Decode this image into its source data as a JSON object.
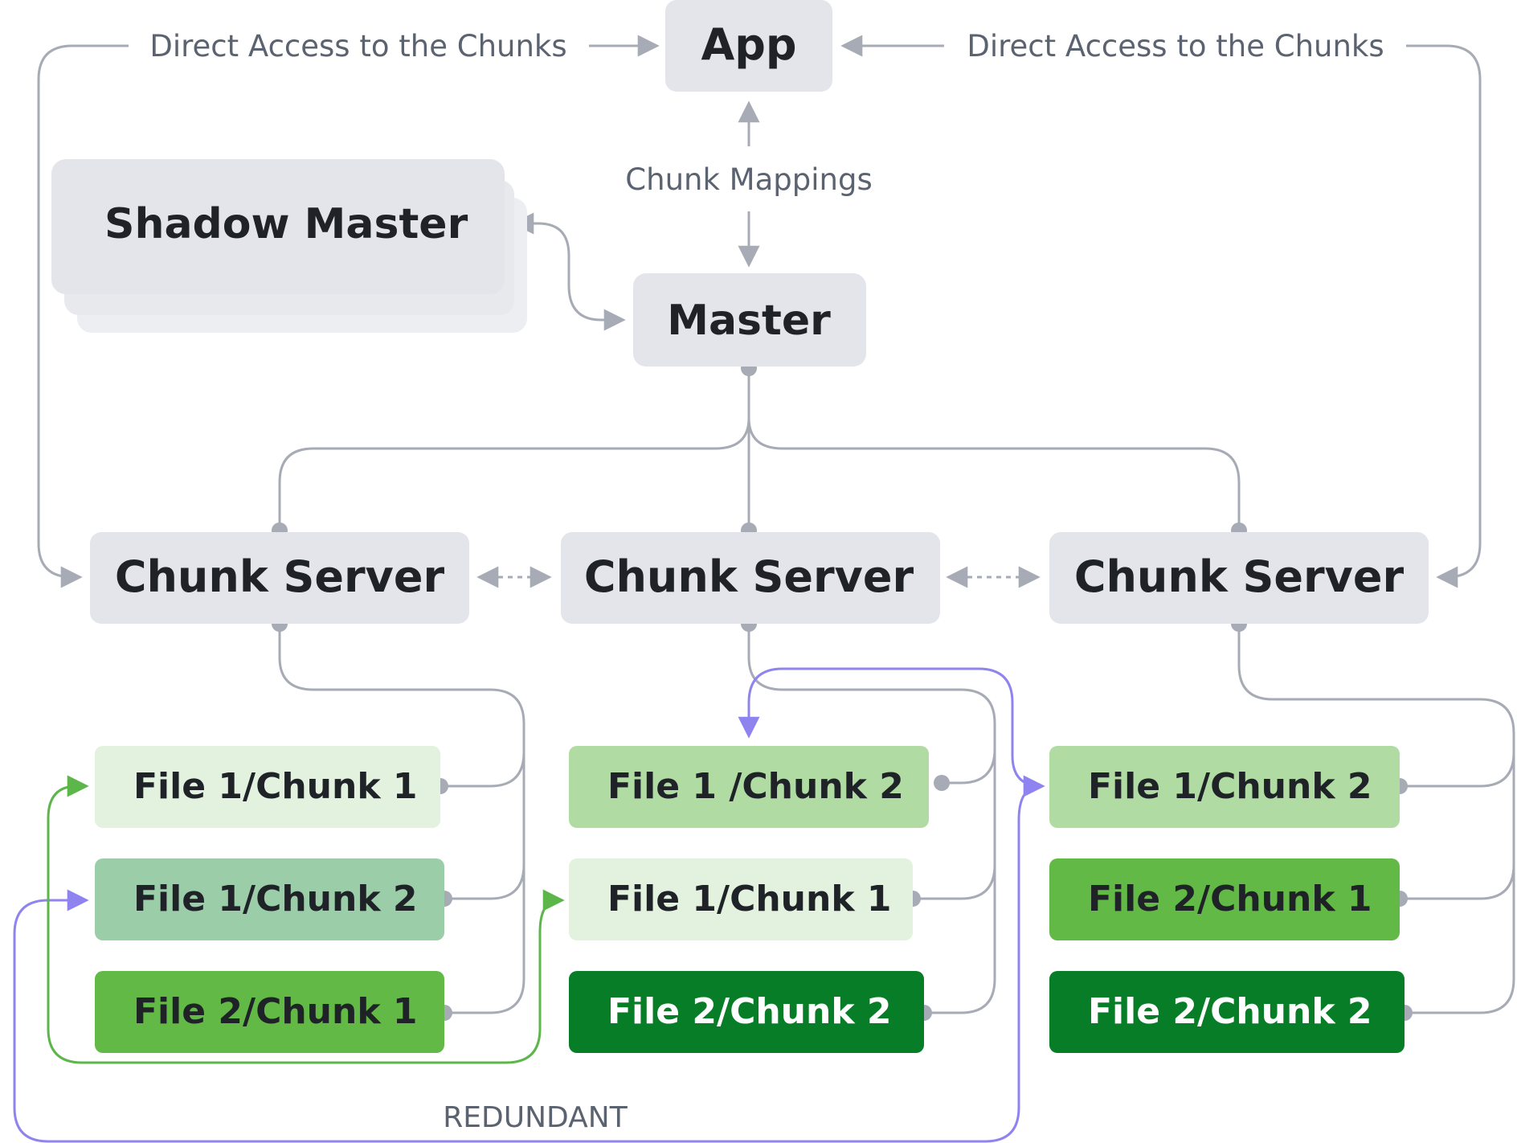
{
  "colors": {
    "node_gray": "#e3e5ea",
    "node_gray_back": "#eceef1",
    "line_gray": "#a6abb5",
    "line_purple": "#8f84ef",
    "line_green": "#5db649",
    "text_dark": "#1f2328",
    "text_light": "#ffffff",
    "label_gray": "#5b6270",
    "chunk_pale": "#e2f2de",
    "chunk_light": "#b0dca3",
    "chunk_sage": "#9bcda9",
    "chunk_mid": "#63b946",
    "chunk_dark": "#087d27"
  },
  "nodes": {
    "app": "App",
    "master": "Master",
    "shadow_master": "Shadow Master",
    "chunk_server_left": "Chunk Server",
    "chunk_server_center": "Chunk Server",
    "chunk_server_right": "Chunk Server"
  },
  "edge_labels": {
    "direct_access_left": "Direct Access to the Chunks",
    "direct_access_right": "Direct Access to the Chunks",
    "chunk_mappings": "Chunk Mappings",
    "redundant": "REDUNDANT"
  },
  "chunks": {
    "left": [
      "File 1/Chunk 1",
      "File 1/Chunk 2",
      "File 2/Chunk 1"
    ],
    "center": [
      "File 1 /Chunk 2",
      "File 1/Chunk 1",
      "File 2/Chunk 2"
    ],
    "right": [
      "File 1/Chunk 2",
      "File 2/Chunk 1",
      "File 2/Chunk 2"
    ]
  }
}
